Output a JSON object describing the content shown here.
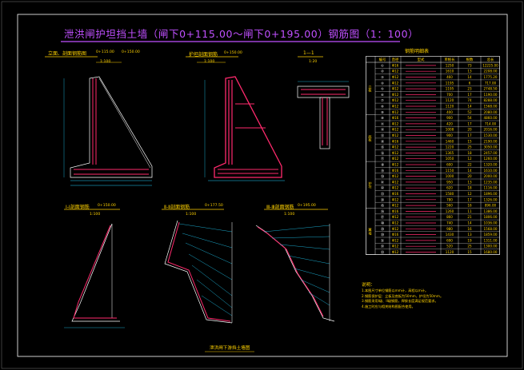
{
  "drawing": {
    "title": "泄洪闸护坦挡土墙（闸下0+115.00～闸下0+195.00）钢筋图（1：100）",
    "footer_title": "泄洪闸下游挡土墙图",
    "colors": {
      "background": "#000000",
      "title": "#c050ff",
      "label": "#ffd200",
      "line_white": "#ffffff",
      "rebar": "#ff2a6d",
      "dimension": "#22d3ff"
    }
  },
  "sections": {
    "s1_title": "立面、剖面钢筋图",
    "s1_station": "0+115.00",
    "s1_station_b": "0+150.00",
    "s1_scale": "1:100",
    "s2_title": "护坦剖面钢筋",
    "s2_station": "0+150.00",
    "s2_scale": "1:100",
    "s3_title": "1—1",
    "s3_scale": "1:20",
    "s4_title": "Ⅰ-Ⅰ剖面钢筋",
    "s4_station": "0+150.00",
    "s4_scale": "1:100",
    "s5_title": "Ⅱ-Ⅱ剖面钢筋",
    "s5_station": "0+177.50",
    "s5_scale": "1:100",
    "s6_title": "Ⅲ-Ⅲ剖面钢筋",
    "s6_station": "0+195.00",
    "s6_scale": "1:100"
  },
  "table": {
    "title": "钢筋明细表",
    "headers": [
      "编号",
      "直径",
      "型式",
      "单根长",
      "根数",
      "总长"
    ],
    "groups": [
      "立板",
      "底板",
      "护坦",
      "翼墙"
    ],
    "rows": [
      [
        "①",
        "Φ16",
        "",
        "1250",
        "73",
        "12225.00"
      ],
      [
        "②",
        "Φ12",
        "",
        "1610",
        "13",
        "2208.00"
      ],
      [
        "③",
        "Φ12",
        "",
        "460",
        "14",
        "1775.20"
      ],
      [
        "④",
        "Φ12",
        "",
        "1195",
        "6",
        "717.00"
      ],
      [
        "⑤",
        "Φ12",
        "",
        "1195",
        "23",
        "2748.50"
      ],
      [
        "⑥",
        "Φ12",
        "",
        "700",
        "17",
        "1190.00"
      ],
      [
        "⑦",
        "Φ12",
        "",
        "1120",
        "74",
        "8288.00"
      ],
      [
        "⑧",
        "Φ12",
        "",
        "1120",
        "14",
        "1568.00"
      ],
      [
        "⑨",
        "Φ12",
        "",
        "400",
        "52",
        "2080.00"
      ],
      [
        "⑩",
        "Φ16",
        "",
        "900",
        "54",
        "4860.00"
      ],
      [
        "⑪",
        "Φ12",
        "",
        "420",
        "17",
        "714.00"
      ],
      [
        "⑫",
        "Φ12",
        "",
        "1008",
        "20",
        "2016.00"
      ],
      [
        "⑬",
        "Φ12",
        "",
        "900",
        "17",
        "1530.00"
      ],
      [
        "⑭",
        "Φ16",
        "",
        "1460",
        "15",
        "2190.00"
      ],
      [
        "⑮",
        "Φ12",
        "",
        "1220",
        "25",
        "3050.00"
      ],
      [
        "⑯",
        "Φ12",
        "",
        "1365",
        "18",
        "2457.00"
      ],
      [
        "⑰",
        "Φ12",
        "",
        "1050",
        "12",
        "1260.00"
      ],
      [
        "⑱",
        "Φ12",
        "",
        "600",
        "22",
        "1320.00"
      ],
      [
        "⑲",
        "Φ16",
        "",
        "1150",
        "14",
        "1610.00"
      ],
      [
        "⑳",
        "Φ12",
        "",
        "1000",
        "20",
        "2000.00"
      ],
      [
        "㉑",
        "Φ12",
        "",
        "950",
        "13",
        "1235.00"
      ],
      [
        "㉒",
        "Φ12",
        "",
        "620",
        "18",
        "1116.00"
      ],
      [
        "㉓",
        "Φ16",
        "",
        "1580",
        "12",
        "1896.00"
      ],
      [
        "㉔",
        "Φ12",
        "",
        "780",
        "17",
        "1326.00"
      ],
      [
        "㉕",
        "Φ12",
        "",
        "560",
        "16",
        "896.00"
      ],
      [
        "㉖",
        "Φ16",
        "",
        "1260",
        "11",
        "1386.00"
      ],
      [
        "㉗",
        "Φ12",
        "",
        "860",
        "21",
        "1806.00"
      ],
      [
        "㉘",
        "Φ12",
        "",
        "740",
        "14",
        "1036.00"
      ],
      [
        "㉙",
        "Φ12",
        "",
        "980",
        "16",
        "1568.00"
      ],
      [
        "㉚",
        "Φ16",
        "",
        "1430",
        "13",
        "1859.00"
      ],
      [
        "㉛",
        "Φ12",
        "",
        "690",
        "19",
        "1311.00"
      ],
      [
        "㉜",
        "Φ12",
        "",
        "520",
        "25",
        "1300.00"
      ],
      [
        "㉝",
        "Φ12",
        "",
        "1120",
        "15",
        "1680.00"
      ]
    ]
  },
  "notes": {
    "title": "说明：",
    "lines": [
      "1.本图尺寸单位钢筋以mm计，高程以m计。",
      "2.钢筋保护层：立板及底板为50mm，护坦为50mm。",
      "3.钢筋采用I级、II级钢筋，焊接长度满足规范要求。",
      "4.施工时应与相关结构图配合使用。"
    ]
  }
}
